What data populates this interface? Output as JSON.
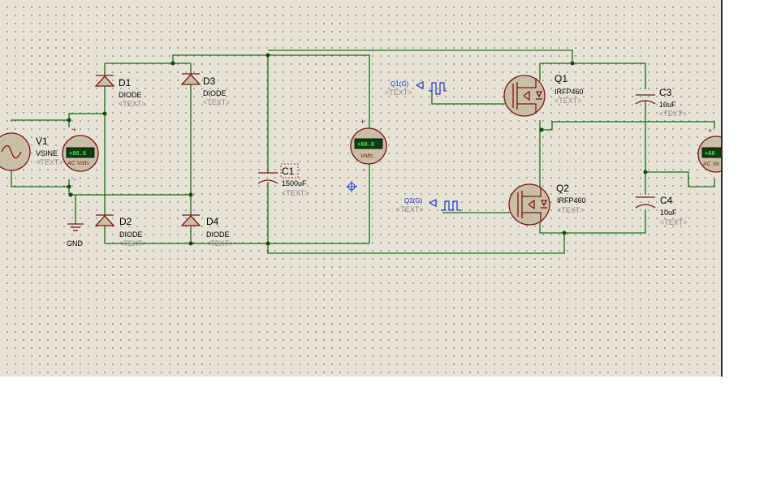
{
  "schematic": {
    "source": {
      "ref": "V1",
      "value": "VSINE",
      "text": "<TEXT>"
    },
    "ground": {
      "label": "GND"
    },
    "diodes": [
      {
        "ref": "D1",
        "value": "DIODE",
        "text": "<TEXT>"
      },
      {
        "ref": "D3",
        "value": "DIODE",
        "text": "<TEXT>"
      },
      {
        "ref": "D2",
        "value": "DIODE",
        "text": "<TEXT>"
      },
      {
        "ref": "D4",
        "value": "DIODE",
        "text": "<TEXT>"
      }
    ],
    "capacitors": [
      {
        "ref": "C1",
        "value": "1500uF",
        "text": "<TEXT>"
      },
      {
        "ref": "C3",
        "value": "10uF",
        "text": "<TEXT>"
      },
      {
        "ref": "C4",
        "value": "10uF",
        "text": "<TEXT>"
      }
    ],
    "mosfets": [
      {
        "ref": "Q1",
        "value": "IRFP460",
        "text": "<TEXT>"
      },
      {
        "ref": "Q2",
        "value": "IRFP460",
        "text": "<TEXT>"
      }
    ],
    "generators": [
      {
        "label": "Q1(G)",
        "text": "<TEXT>"
      },
      {
        "label": "Q2(G)",
        "text": "<TEXT>"
      }
    ],
    "meters": {
      "ac_left": {
        "display": "+88.8",
        "label": "AC Volts",
        "pin_plus": "+",
        "pin_minus": "-"
      },
      "dc": {
        "display": "+88.8",
        "label": "Volts",
        "pin_plus": "+",
        "pin_minus": "-"
      },
      "ac_right": {
        "display": "+88",
        "label": "AC Vo",
        "pin_plus": "+"
      }
    },
    "colors": {
      "wire": "#1e6b1e",
      "component": "#7a1616",
      "generator": "#1a35c4",
      "canvas": "#e6e2d6"
    }
  }
}
